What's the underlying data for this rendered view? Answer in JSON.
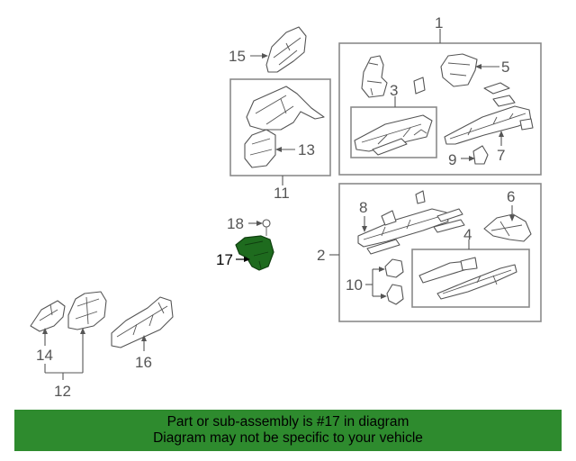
{
  "diagram": {
    "highlight_color": "#1e6b1e",
    "callouts": {
      "c1": "1",
      "c2": "2",
      "c3": "3",
      "c4": "4",
      "c5": "5",
      "c6": "6",
      "c7": "7",
      "c8": "8",
      "c9": "9",
      "c10": "10",
      "c11": "11",
      "c12": "12",
      "c13": "13",
      "c14": "14",
      "c15": "15",
      "c16": "16",
      "c17": "17",
      "c18": "18"
    }
  },
  "banner": {
    "background": "#2e8b2e",
    "line1": "Part or sub-assembly is #17 in diagram",
    "line2": "Diagram may not be specific to your vehicle"
  }
}
